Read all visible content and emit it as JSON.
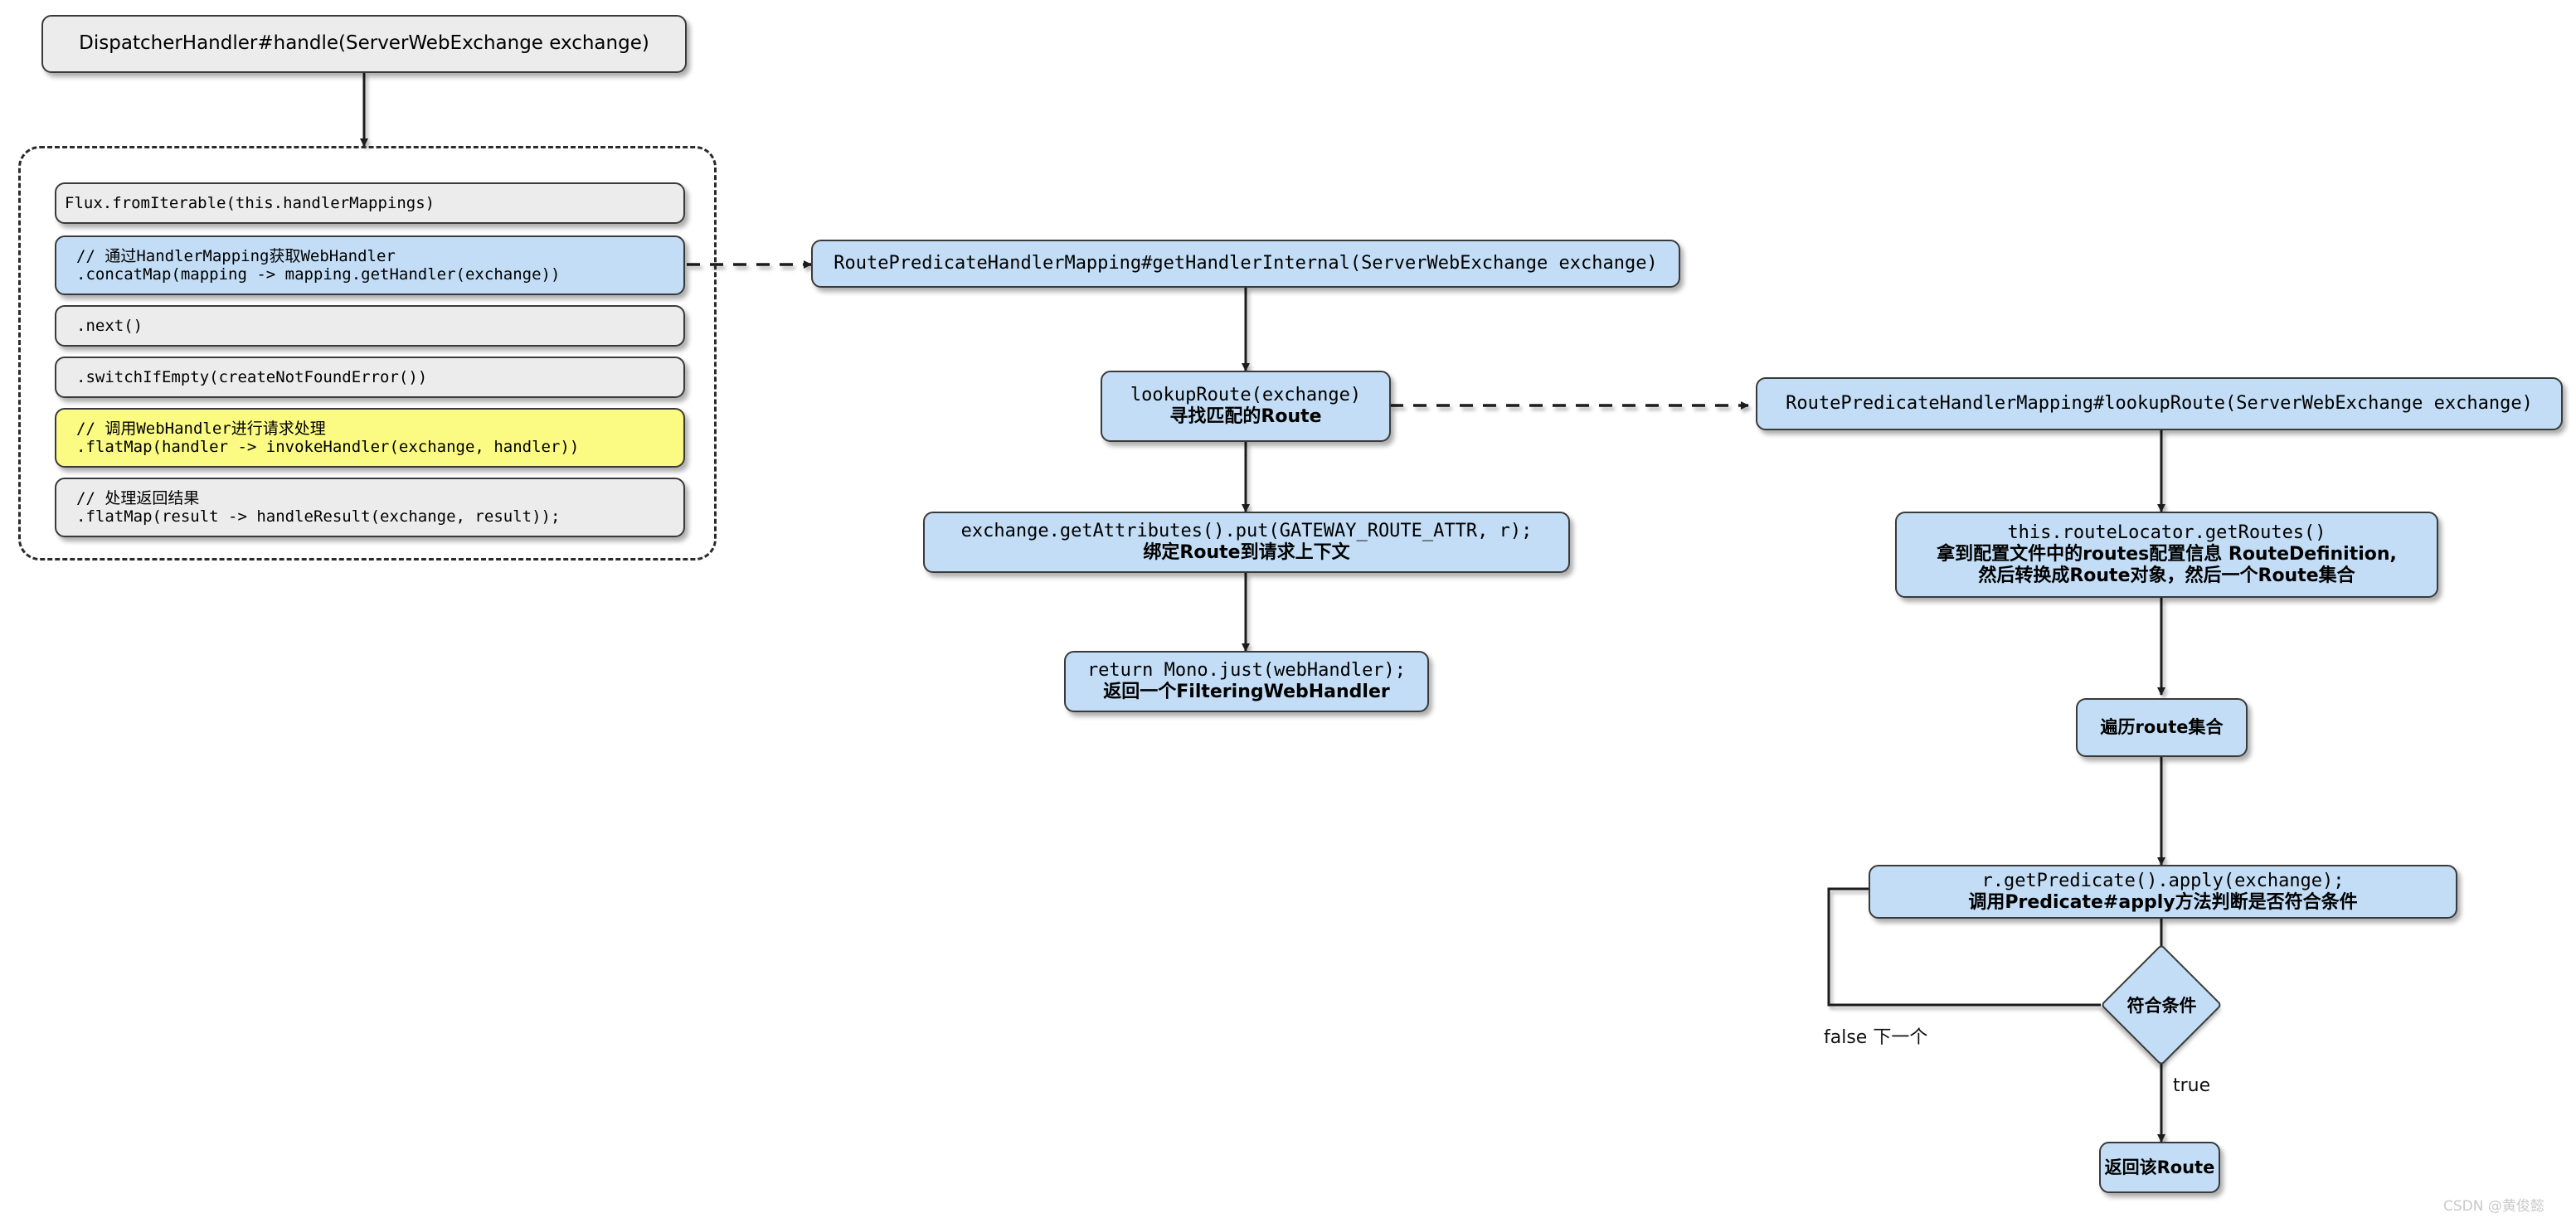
{
  "diagram": {
    "title_node": {
      "label": "DispatcherHandler#handle(ServerWebExchange exchange)"
    },
    "left_group": {
      "name": "dispatcher-handler-code-group",
      "items": [
        {
          "id": "flux-from-iterable",
          "style": "grey",
          "lines": [
            "Flux.fromIterable(this.handlerMappings)"
          ]
        },
        {
          "id": "concat-map",
          "style": "blue",
          "lines": [
            "// 通过HandlerMapping获取WebHandler",
            ".concatMap(mapping -> mapping.getHandler(exchange))"
          ]
        },
        {
          "id": "next",
          "style": "grey",
          "lines": [
            ".next()"
          ]
        },
        {
          "id": "switch-if-empty",
          "style": "grey",
          "lines": [
            ".switchIfEmpty(createNotFoundError())"
          ]
        },
        {
          "id": "flat-map-handler",
          "style": "yellow",
          "lines": [
            "// 调用WebHandler进行请求处理",
            ".flatMap(handler -> invokeHandler(exchange, handler))"
          ]
        },
        {
          "id": "flat-map-result",
          "style": "grey",
          "lines": [
            "// 处理返回结果",
            ".flatMap(result -> handleResult(exchange, result));"
          ]
        }
      ]
    },
    "middle_column": {
      "get_handler_internal": {
        "lines": [
          "RoutePredicateHandlerMapping#getHandlerInternal(ServerWebExchange exchange)"
        ]
      },
      "lookup_route": {
        "lines": [
          "lookupRoute(exchange)",
          "寻找匹配的Route"
        ]
      },
      "put_attr": {
        "lines": [
          "exchange.getAttributes().put(GATEWAY_ROUTE_ATTR, r);",
          "绑定Route到请求上下文"
        ]
      },
      "return_mono": {
        "lines": [
          "return Mono.just(webHandler);",
          "返回一个FilteringWebHandler"
        ]
      }
    },
    "right_column": {
      "lookup_route_method": {
        "lines": [
          "RoutePredicateHandlerMapping#lookupRoute(ServerWebExchange exchange)"
        ]
      },
      "get_routes": {
        "lines": [
          "this.routeLocator.getRoutes()",
          "拿到配置文件中的routes配置信息 RouteDefinition,",
          "然后转换成Route对象，然后一个Route集合"
        ]
      },
      "iterate_routes": {
        "lines": [
          "遍历route集合"
        ]
      },
      "apply_predicate": {
        "lines": [
          "r.getPredicate().apply(exchange);",
          "调用Predicate#apply方法判断是否符合条件"
        ]
      },
      "decision": {
        "label": "符合条件"
      },
      "return_route": {
        "lines": [
          "返回该Route"
        ]
      }
    },
    "edge_labels": {
      "false_next": "false 下一个",
      "true": "true"
    },
    "watermark": "CSDN @黄俊懿",
    "colors": {
      "grey_fill": "#ececec",
      "blue_fill": "#c2ddf5",
      "yellow_fill": "#fbfb84",
      "stroke": "#3a3a3a",
      "line": "#1a1a1a"
    }
  }
}
